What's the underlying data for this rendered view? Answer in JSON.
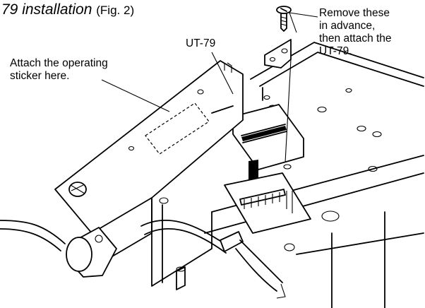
{
  "figure": {
    "title_part": "79 installation",
    "figure_ref": "(Fig. 2)"
  },
  "labels": {
    "ut79": "UT-79",
    "sticker_line1": "Attach the operating",
    "sticker_line2": "sticker here.",
    "remove_line1": "Remove these",
    "remove_line2": "in advance,",
    "remove_line3": "then attach the",
    "remove_line4": "UT-79."
  }
}
